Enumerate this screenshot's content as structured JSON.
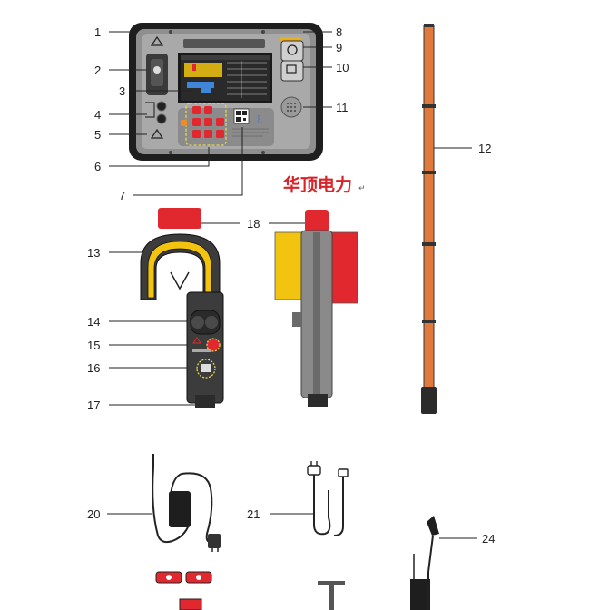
{
  "brand_text": "华顶电力",
  "brand_cursor": "↵",
  "callouts": [
    {
      "id": "1",
      "label": "1"
    },
    {
      "id": "2",
      "label": "2"
    },
    {
      "id": "3",
      "label": "3"
    },
    {
      "id": "4",
      "label": "4"
    },
    {
      "id": "5",
      "label": "5"
    },
    {
      "id": "6",
      "label": "6"
    },
    {
      "id": "7",
      "label": "7"
    },
    {
      "id": "8",
      "label": "8"
    },
    {
      "id": "9",
      "label": "9"
    },
    {
      "id": "10",
      "label": "10"
    },
    {
      "id": "11",
      "label": "11"
    },
    {
      "id": "12",
      "label": "12"
    },
    {
      "id": "13",
      "label": "13"
    },
    {
      "id": "14",
      "label": "14"
    },
    {
      "id": "15",
      "label": "15"
    },
    {
      "id": "16",
      "label": "16"
    },
    {
      "id": "17",
      "label": "17"
    },
    {
      "id": "18",
      "label": "18"
    },
    {
      "id": "20",
      "label": "20"
    },
    {
      "id": "21",
      "label": "21"
    },
    {
      "id": "24",
      "label": "24"
    }
  ],
  "colors": {
    "device_body": "#2b2b2b",
    "device_frame": "#8c8c8c",
    "accent_red": "#e0282e",
    "accent_yellow": "#f2c40f",
    "rod_orange": "#e07a3c",
    "brand_red": "#d8232a"
  }
}
